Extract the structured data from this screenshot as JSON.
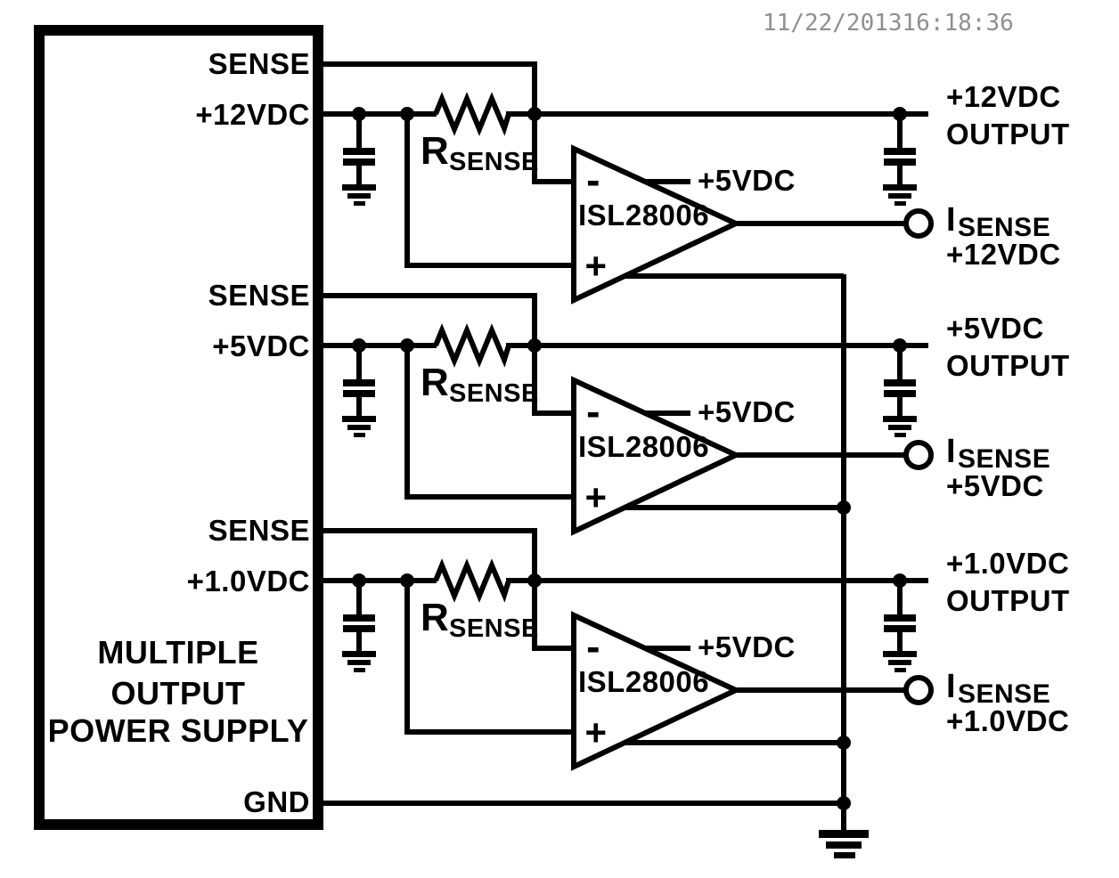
{
  "meta": {
    "timestamp": "11/22/201316:18:36",
    "background_color": "#ffffff",
    "line_color": "#000000",
    "timestamp_color": "#8f8f8f"
  },
  "power_supply": {
    "title_lines": [
      "MULTIPLE",
      "OUTPUT",
      "POWER SUPPLY"
    ],
    "gnd_pin": "GND"
  },
  "channels": [
    {
      "sense_pin": "SENSE",
      "rail_pin": "+12VDC",
      "resistor": {
        "name": "R",
        "sub": "SENSE"
      },
      "amplifier": {
        "part": "ISL28006",
        "minus": "-",
        "plus": "+",
        "supply": "+5VDC"
      },
      "output": {
        "line1": "+12VDC",
        "line2": "OUTPUT"
      },
      "isense": {
        "symbol": "I",
        "sub": "SENSE",
        "line2": "+12VDC"
      }
    },
    {
      "sense_pin": "SENSE",
      "rail_pin": "+5VDC",
      "resistor": {
        "name": "R",
        "sub": "SENSE"
      },
      "amplifier": {
        "part": "ISL28006",
        "minus": "-",
        "plus": "+",
        "supply": "+5VDC"
      },
      "output": {
        "line1": "+5VDC",
        "line2": "OUTPUT"
      },
      "isense": {
        "symbol": "I",
        "sub": "SENSE",
        "line2": "+5VDC"
      }
    },
    {
      "sense_pin": "SENSE",
      "rail_pin": "+1.0VDC",
      "resistor": {
        "name": "R",
        "sub": "SENSE"
      },
      "amplifier": {
        "part": "ISL28006",
        "minus": "-",
        "plus": "+",
        "supply": "+5VDC"
      },
      "output": {
        "line1": "+1.0VDC",
        "line2": "OUTPUT"
      },
      "isense": {
        "symbol": "I",
        "sub": "SENSE",
        "line2": "+1.0VDC"
      }
    }
  ]
}
